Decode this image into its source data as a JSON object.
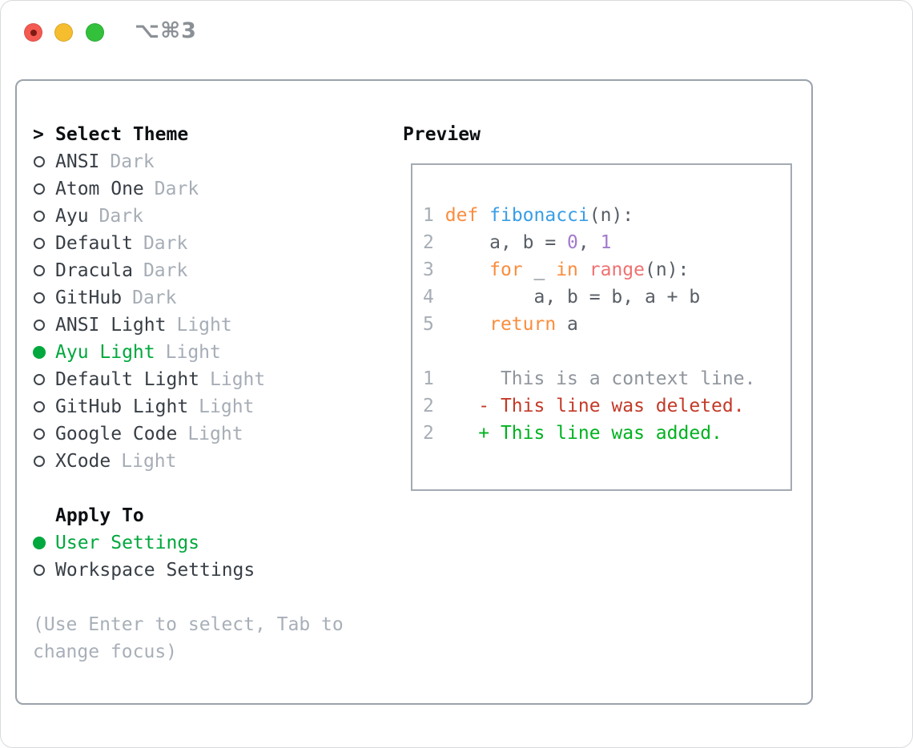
{
  "window": {
    "shortcut": "⌥⌘3"
  },
  "theme_picker": {
    "prompt": ">",
    "title": "Select Theme",
    "items": [
      {
        "name": "ANSI",
        "variant": "Dark",
        "selected": false
      },
      {
        "name": "Atom One",
        "variant": "Dark",
        "selected": false
      },
      {
        "name": "Ayu",
        "variant": "Dark",
        "selected": false
      },
      {
        "name": "Default",
        "variant": "Dark",
        "selected": false
      },
      {
        "name": "Dracula",
        "variant": "Dark",
        "selected": false
      },
      {
        "name": "GitHub",
        "variant": "Dark",
        "selected": false
      },
      {
        "name": "ANSI Light",
        "variant": "Light",
        "selected": false
      },
      {
        "name": "Ayu Light",
        "variant": "Light",
        "selected": true
      },
      {
        "name": "Default Light",
        "variant": "Light",
        "selected": false
      },
      {
        "name": "GitHub Light",
        "variant": "Light",
        "selected": false
      },
      {
        "name": "Google Code",
        "variant": "Light",
        "selected": false
      },
      {
        "name": "XCode",
        "variant": "Light",
        "selected": false
      }
    ]
  },
  "apply_to": {
    "title": "Apply To",
    "options": [
      {
        "name": "User Settings",
        "selected": true
      },
      {
        "name": "Workspace Settings",
        "selected": false
      }
    ]
  },
  "help": {
    "line1": "(Use Enter to select, Tab to",
    "line2": "change focus)"
  },
  "preview": {
    "title": "Preview",
    "code": [
      [
        "1",
        " ",
        "def",
        " ",
        "fibonacci",
        "(n):"
      ],
      [
        "2",
        "     a, b = ",
        "0",
        ", ",
        "1"
      ],
      [
        "3",
        "     ",
        "for",
        " _ ",
        "in",
        " ",
        "range",
        "(n):"
      ],
      [
        "4",
        "         a, b = b, a + b"
      ],
      [
        "5",
        "     ",
        "return",
        " a"
      ]
    ],
    "diff": [
      [
        "1",
        "      This is a context line."
      ],
      [
        "2",
        "    - This line was deleted."
      ],
      [
        "2",
        "    + This line was added."
      ]
    ]
  },
  "colors": {
    "selected_green": "#00a83d",
    "keyword_orange": "#fa8d3e",
    "function_blue": "#399ee6",
    "constant_purple": "#a37acc",
    "builtin_red": "#f07171",
    "diff_deleted": "#c33a28",
    "diff_added": "#00b220",
    "muted_gray": "#a8afb8",
    "panel_border": "#9aa2ab",
    "traffic_red": "#f45a51",
    "traffic_yellow": "#f6bd2f",
    "traffic_green": "#33c13c"
  }
}
